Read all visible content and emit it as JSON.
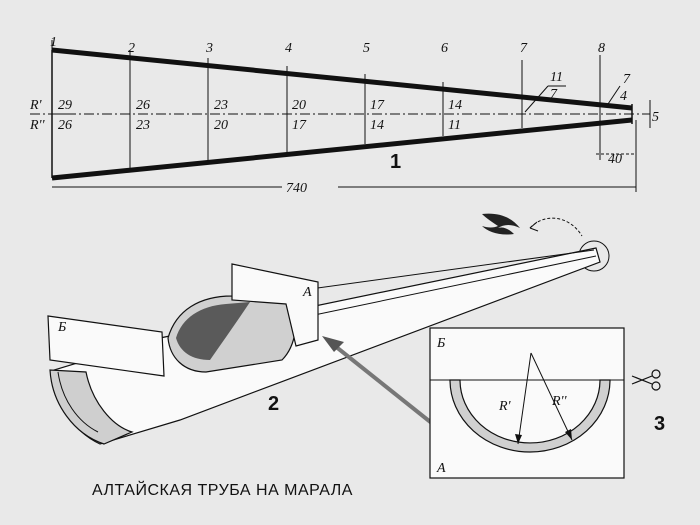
{
  "title": "АЛТАЙСКАЯ ТРУБА НА МАРАЛА",
  "figure1": {
    "number": "1",
    "stations": [
      "1",
      "2",
      "3",
      "4",
      "5",
      "6",
      "7",
      "8"
    ],
    "r_prime_label": "R'",
    "r_double_label": "R''",
    "r_prime_values": [
      "29",
      "26",
      "23",
      "20",
      "17",
      "14",
      "11",
      "7"
    ],
    "r_double_values": [
      "26",
      "23",
      "20",
      "17",
      "14",
      "11",
      "7",
      "4"
    ],
    "total_length": "740",
    "tip_length": "40",
    "tip_width": "5"
  },
  "figure2": {
    "number": "2",
    "label_a": "А",
    "label_b": "Б"
  },
  "figure3": {
    "number": "3",
    "label_a": "А",
    "label_b": "Б",
    "r_prime": "R'",
    "r_double": "R''"
  }
}
